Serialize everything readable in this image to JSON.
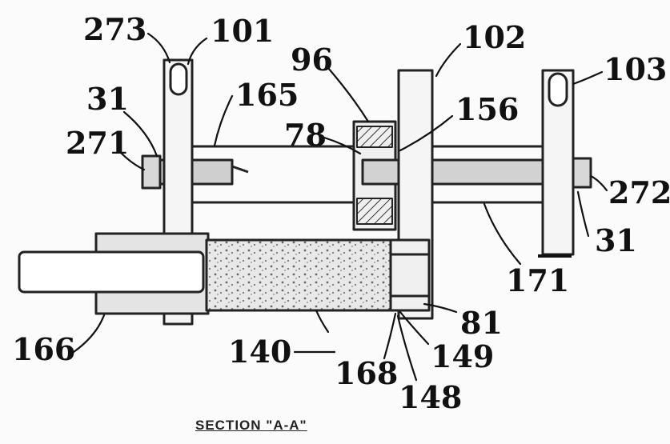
{
  "labels": {
    "l273": "273",
    "l101": "101",
    "l102": "102",
    "l96": "96",
    "l103": "103",
    "l31a": "31",
    "l165": "165",
    "l156": "156",
    "l78": "78",
    "l271": "271",
    "l272": "272",
    "l31b": "31",
    "l171": "171",
    "l81": "81",
    "l166": "166",
    "l140": "140",
    "l149": "149",
    "l168": "168",
    "l148": "148"
  },
  "caption": "SECTION \"A-A\""
}
